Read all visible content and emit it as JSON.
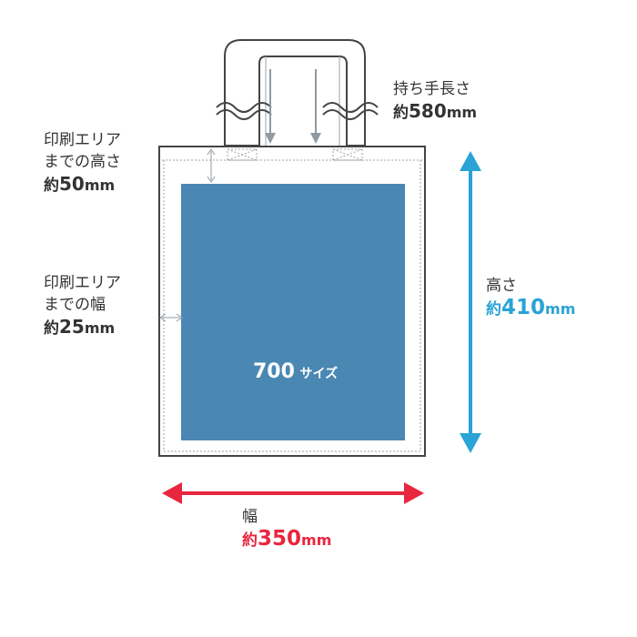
{
  "colors": {
    "print_area": "#4a87b3",
    "width_arrow": "#e8263f",
    "height_arrow": "#2aa3d6",
    "outline": "#444444",
    "guide": "#8f9aa3"
  },
  "handle": {
    "label": "持ち手長さ",
    "prefix": "約",
    "value": "580",
    "unit": "mm"
  },
  "print_top": {
    "line1": "印刷エリア",
    "line2": "までの高さ",
    "prefix": "約",
    "value": "50",
    "unit": "mm"
  },
  "print_side": {
    "line1": "印刷エリア",
    "line2": "までの幅",
    "prefix": "約",
    "value": "25",
    "unit": "mm"
  },
  "height": {
    "label": "高さ",
    "prefix": "約",
    "value": "410",
    "unit": "mm"
  },
  "width": {
    "label": "幅",
    "prefix": "約",
    "value": "350",
    "unit": "mm"
  },
  "print_area": {
    "number": "700",
    "suffix": "サイズ"
  }
}
